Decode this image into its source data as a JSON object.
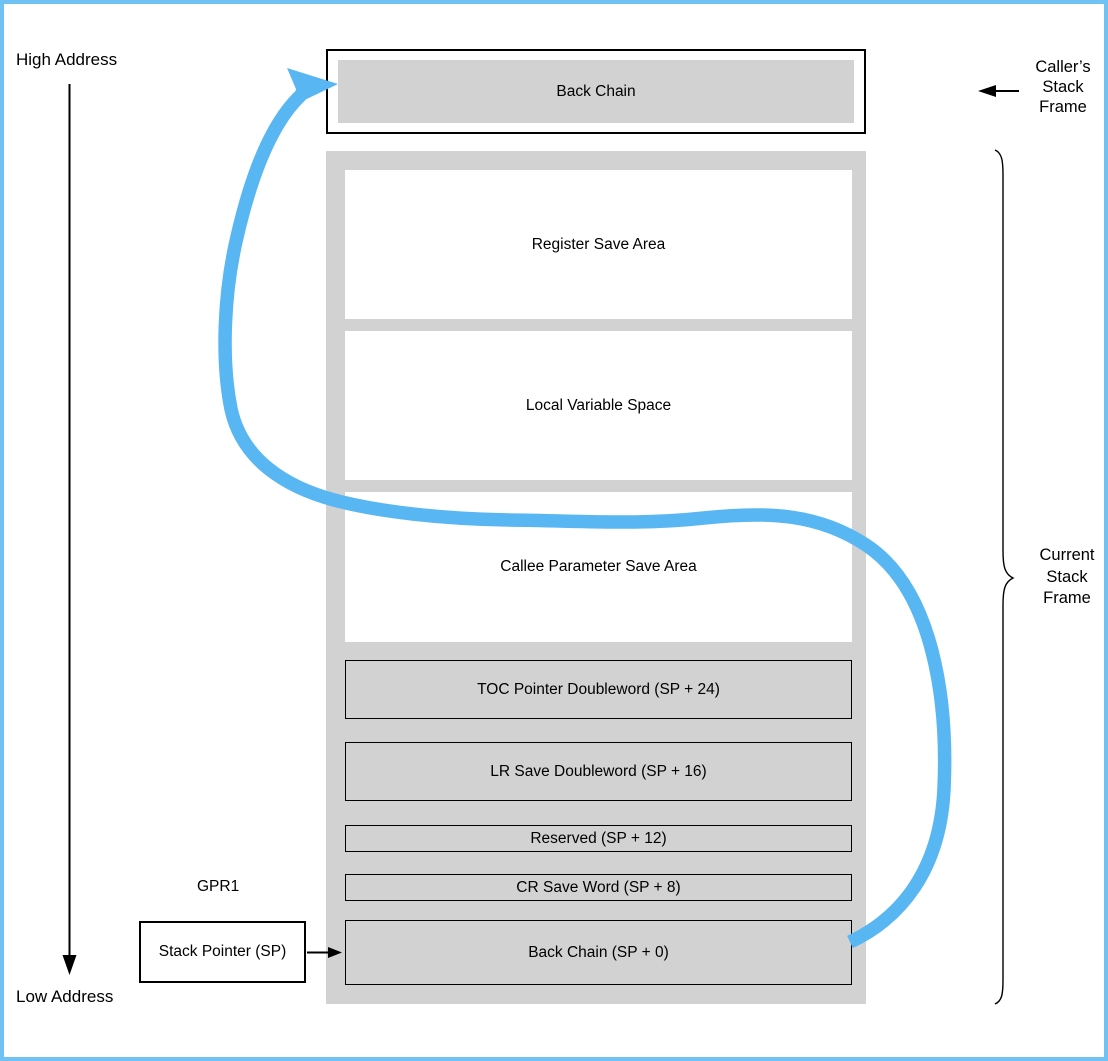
{
  "labels": {
    "high_address": "High Address",
    "low_address": "Low Address",
    "gpr1": "GPR1"
  },
  "caller_frame_label": {
    "line1": "Caller’s",
    "line2": "Stack",
    "line3": "Frame"
  },
  "current_frame_label": {
    "line1": "Current",
    "line2": "Stack",
    "line3": "Frame"
  },
  "caller_box": {
    "label": "Back Chain"
  },
  "stack_pointer_box": {
    "label": "Stack Pointer (SP)"
  },
  "frame_boxes": [
    {
      "label": "Register Save Area",
      "style": "white"
    },
    {
      "label": "Local Variable Space",
      "style": "white"
    },
    {
      "label": "Callee Parameter Save Area",
      "style": "white"
    },
    {
      "label": "TOC Pointer Doubleword (SP + 24)",
      "style": "gray-bordered"
    },
    {
      "label": "LR Save Doubleword (SP + 16)",
      "style": "gray-bordered"
    },
    {
      "label": "Reserved (SP + 12)",
      "style": "gray-bordered"
    },
    {
      "label": "CR Save Word (SP + 8)",
      "style": "gray-bordered"
    },
    {
      "label": "Back Chain (SP + 0)",
      "style": "gray-bordered"
    }
  ],
  "colors": {
    "frame_gray": "#D2D2D2",
    "arrow_blue": "#58B6F3",
    "page_border_blue": "#70C1F4",
    "line_black": "#000000"
  }
}
